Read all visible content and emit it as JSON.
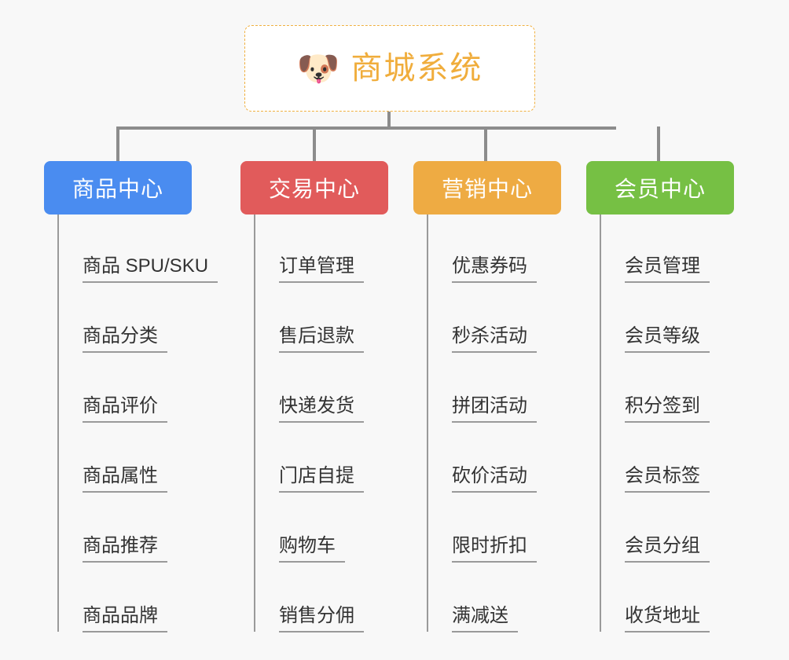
{
  "canvas": {
    "background": "#f8f8f8"
  },
  "root": {
    "icon": "shiba-dog-face-emoji",
    "emoji": "🐶",
    "title": "商城系统",
    "border_color": "#f0b040",
    "text_color": "#f0ad3c",
    "background": "#ffffff"
  },
  "connector": {
    "color": "#8c8c8c"
  },
  "columns": [
    {
      "id": "product-center",
      "header": "商品中心",
      "color": "#4a8cf0",
      "items": [
        "商品 SPU/SKU",
        "商品分类",
        "商品评价",
        "商品属性",
        "商品推荐",
        "商品品牌"
      ]
    },
    {
      "id": "trade-center",
      "header": "交易中心",
      "color": "#e15b5b",
      "items": [
        "订单管理",
        "售后退款",
        "快递发货",
        "门店自提",
        "购物车",
        "销售分佣"
      ]
    },
    {
      "id": "marketing-center",
      "header": "营销中心",
      "color": "#eeab43",
      "items": [
        "优惠券码",
        "秒杀活动",
        "拼团活动",
        "砍价活动",
        "限时折扣",
        "满减送"
      ]
    },
    {
      "id": "member-center",
      "header": "会员中心",
      "color": "#76c044",
      "items": [
        "会员管理",
        "会员等级",
        "积分签到",
        "会员标签",
        "会员分组",
        "收货地址"
      ]
    }
  ]
}
